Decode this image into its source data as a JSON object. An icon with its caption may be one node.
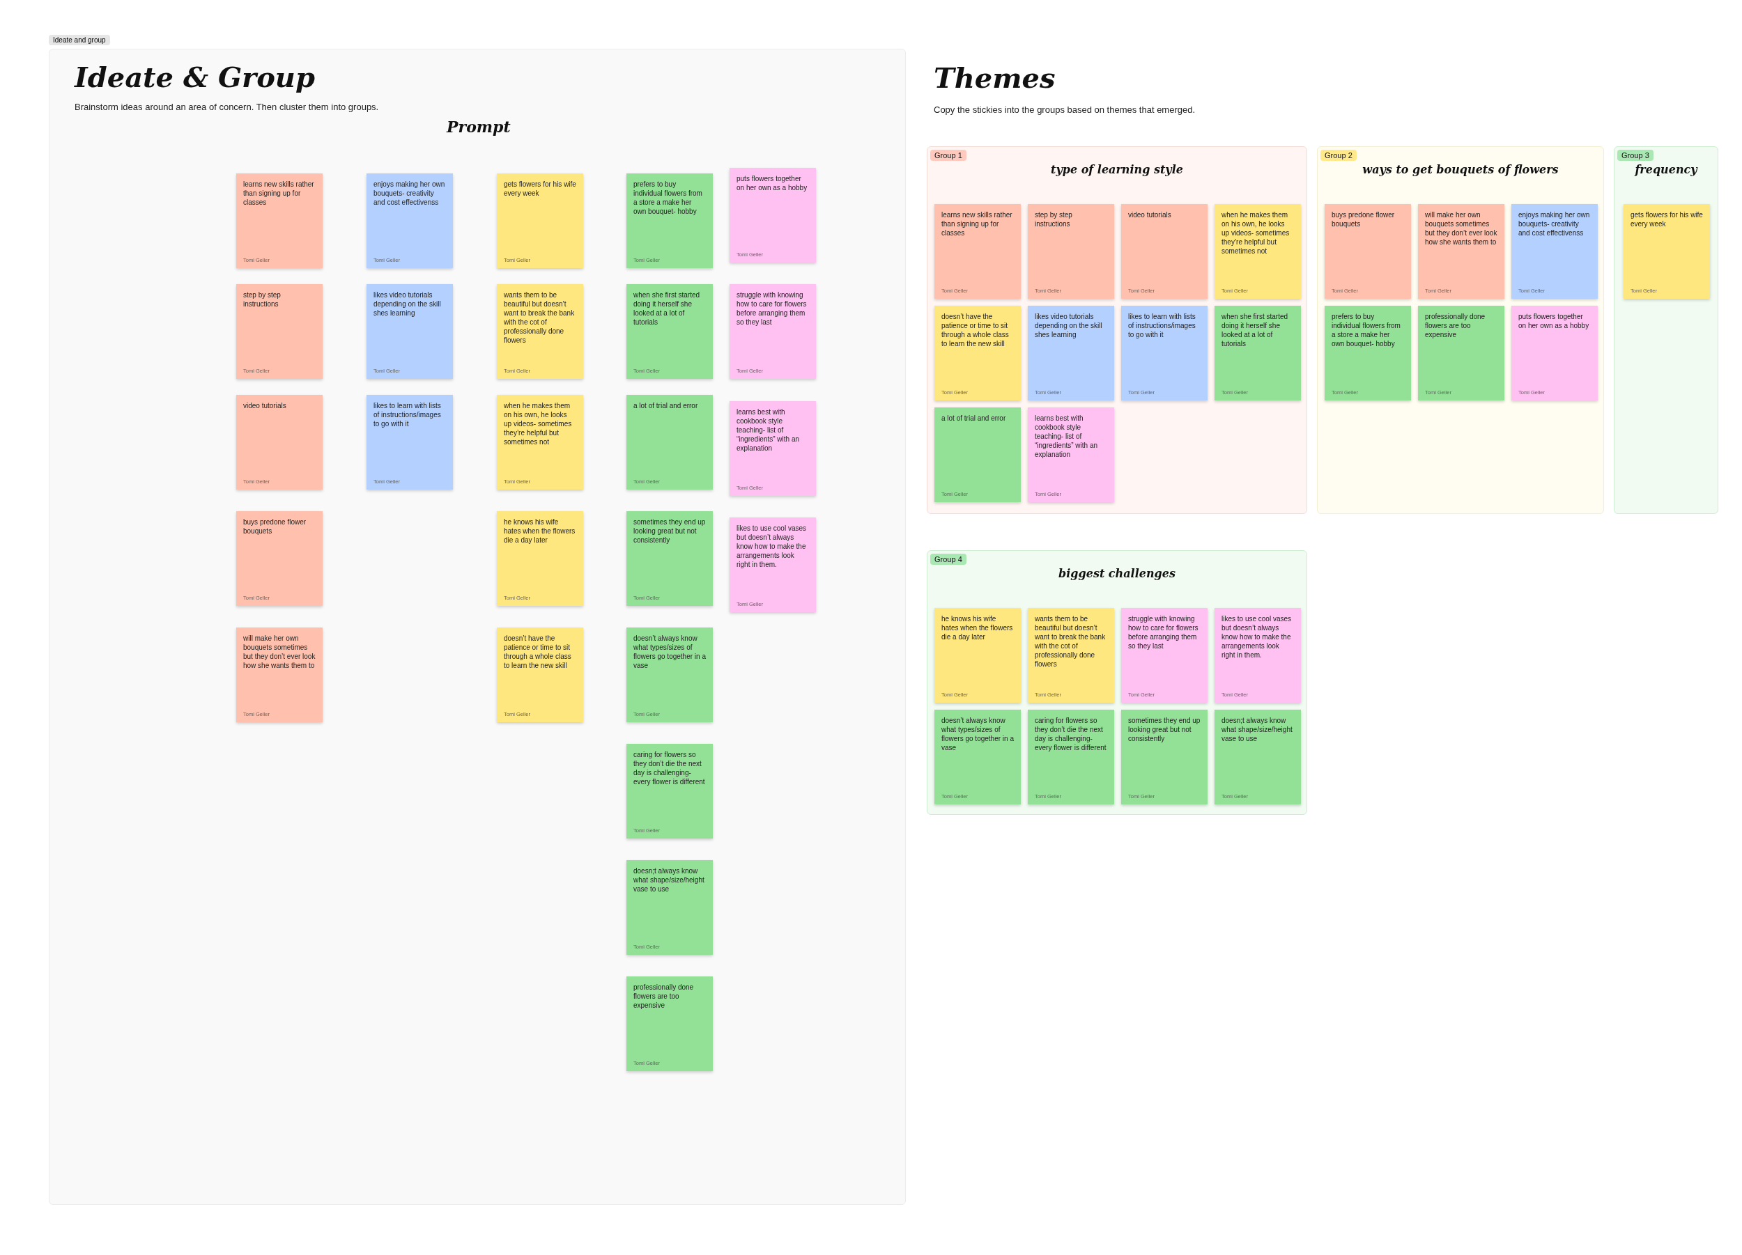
{
  "diagram": {
    "nodes": [
      {
        "text": [
          "Ideate & Group",
          "Brainstorm ideas around an area of concern. Then cluster them into groups.",
          "Prompt"
        ]
      },
      {
        "text": [
          "learns new skills rather than signing up for classes",
          "Tomi Geller"
        ],
        "in": 0
      },
      {
        "text": [
          "step by step instructions",
          "Tomi Geller"
        ],
        "in": 0
      },
      {
        "text": [
          "video tutorials",
          "Tomi Geller"
        ],
        "in": 0
      },
      {
        "text": [
          "buys predone flower bouquets",
          "Tomi Geller"
        ],
        "in": 0
      },
      {
        "text": [
          "will make her own bouquets sometimes but they don’t ever look how she wants them to",
          "Tomi Geller"
        ],
        "in": 0
      },
      {
        "text": [
          "enjoys making her own bouquets- creativity and cost effectivenss",
          "Tomi Geller"
        ],
        "in": 0
      },
      {
        "text": [
          "likes video tutorials depending on the skill shes learning",
          "Tomi Geller"
        ],
        "in": 0
      },
      {
        "text": [
          "likes to learn with lists of instructions/images to go with it",
          "Tomi Geller"
        ],
        "in": 0
      },
      {
        "text": [
          "gets flowers for his wife every week",
          "Tomi Geller"
        ],
        "in": 0
      },
      {
        "text": [
          "wants them to be beautiful but doesn’t want to break the bank with the cot of professionally done flowers",
          "Tomi Geller"
        ],
        "in": 0
      },
      {
        "text": [
          "when he makes them on his own, he looks up videos- sometimes they’re helpful but sometimes not",
          "Tomi Geller"
        ],
        "in": 0
      },
      {
        "text": [
          "he knows his wife hates when the flowers die a day later",
          "Tomi Geller"
        ],
        "in": 0
      },
      {
        "text": [
          "doesn’t have the patience or time to sit through a whole class to learn the new skill",
          "Tomi Geller"
        ],
        "in": 0
      },
      {
        "text": [
          "prefers to buy individual flowers from a store a make her own bouquet- hobby",
          "Tomi Geller"
        ],
        "in": 0
      },
      {
        "text": [
          "when she first started doing it herself she looked at a lot of tutorials",
          "Tomi Geller"
        ],
        "in": 0
      },
      {
        "text": [
          "a lot of trial and error",
          "Tomi Geller"
        ],
        "in": 0
      },
      {
        "text": [
          "sometimes they end up looking great but not consistently",
          "Tomi Geller"
        ],
        "in": 0
      },
      {
        "text": [
          "doesn’t always know what types/sizes of flowers go together in a vase",
          "Tomi Geller"
        ],
        "in": 0
      },
      {
        "text": [
          "caring for flowers so they don’t die the next day is challenging- every flower is different",
          "Tomi Geller"
        ],
        "in": 0
      },
      {
        "text": [
          "doesn;t always know what shape/size/height vase to use",
          "Tomi Geller"
        ],
        "in": 0
      },
      {
        "text": [
          "professionally done flowers are too expensive",
          "Tomi Geller"
        ],
        "in": 0
      },
      {
        "text": [
          "puts flowers together on her own as a hobby",
          "Tomi Geller"
        ],
        "in": 0
      },
      {
        "text": [
          "struggle with knowing how to care for flowers before arranging them so they last",
          "Tomi Geller"
        ],
        "in": 0
      },
      {
        "text": [
          "learns best with cookbook style teaching- list of “ingredients” with an explanation",
          "Tomi Geller"
        ],
        "in": 0
      },
      {
        "text": [
          "likes to use cool vases but doesn’t always know how to make the arrangements look right in them.",
          "Tomi Geller"
        ],
        "in": 0
      },
      {
        "text": [
          "Group 1",
          "type of learning style"
        ]
      },
      {
        "text": [
          "learns new skills rather than signing up for classes",
          "Tomi Geller"
        ],
        "in": 26
      },
      {
        "text": [
          "step by step instructions",
          "Tomi Geller"
        ],
        "in": 26
      },
      {
        "text": [
          "video tutorials",
          "Tomi Geller"
        ],
        "in": 26
      },
      {
        "text": [
          "when he makes them on his own, he looks up videos- sometimes they’re helpful but sometimes not",
          "Tomi Geller"
        ],
        "in": 26
      },
      {
        "text": [
          "doesn’t have the patience or time to sit through a whole class to learn the new skill",
          "Tomi Geller"
        ],
        "in": 26
      },
      {
        "text": [
          "likes video tutorials depending on the skill shes learning",
          "Tomi Geller"
        ],
        "in": 26
      },
      {
        "text": [
          "likes to learn with lists of instructions/images to go with it",
          "Tomi Geller"
        ],
        "in": 26
      },
      {
        "text": [
          "when she first started doing it herself she looked at a lot of tutorials",
          "Tomi Geller"
        ],
        "in": 26
      },
      {
        "text": [
          "a lot of trial and error",
          "Tomi Geller"
        ],
        "in": 26
      },
      {
        "text": [
          "learns best with cookbook style teaching- list of “ingredients” with an explanation",
          "Tomi Geller"
        ],
        "in": 26
      },
      {
        "text": [
          "Group 2",
          "ways to get bouquets of flowers"
        ]
      },
      {
        "text": [
          "buys predone flower bouquets",
          "Tomi Geller"
        ],
        "in": 37
      },
      {
        "text": [
          "will make her own bouquets sometimes but they don’t ever look how she wants them to",
          "Tomi Geller"
        ],
        "in": 37
      },
      {
        "text": [
          "enjoys making her own bouquets- creativity and cost effectivenss",
          "Tomi Geller"
        ],
        "in": 37
      },
      {
        "text": [
          "prefers to buy individual flowers from a store a make her own bouquet- hobby",
          "Tomi Geller"
        ],
        "in": 37
      },
      {
        "text": [
          "professionally done flowers are too expensive",
          "Tomi Geller"
        ],
        "in": 37
      },
      {
        "text": [
          "puts flowers together on her own as a hobby",
          "Tomi Geller"
        ],
        "in": 37
      },
      {
        "text": [
          "Group 3",
          "frequency"
        ]
      },
      {
        "text": [
          "gets flowers for his wife every week",
          "Tomi Geller"
        ],
        "in": 44
      },
      {
        "text": [
          "Group 4",
          "biggest challenges"
        ]
      },
      {
        "text": [
          "he knows his wife hates when the flowers die a day later",
          "Tomi Geller"
        ],
        "in": 46
      },
      {
        "text": [
          "wants them to be beautiful but doesn’t want to break the bank with the cot of professionally done flowers",
          "Tomi Geller"
        ],
        "in": 46
      },
      {
        "text": [
          "struggle with knowing how to care for flowers before arranging them so they last",
          "Tomi Geller"
        ],
        "in": 46
      },
      {
        "text": [
          "likes to use cool vases but doesn’t always know how to make the arrangements look right in them.",
          "Tomi Geller"
        ],
        "in": 46
      },
      {
        "text": [
          "doesn’t always know what types/sizes of flowers go together in a vase",
          "Tomi Geller"
        ],
        "in": 46
      },
      {
        "text": [
          "caring for flowers so they don’t die the next day is challenging- every flower is different",
          "Tomi Geller"
        ],
        "in": 46
      },
      {
        "text": [
          "sometimes they end up looking great but not consistently",
          "Tomi Geller"
        ],
        "in": 46
      },
      {
        "text": [
          "doesn;t always know what shape/size/height vase to use",
          "Tomi Geller"
        ],
        "in": 46
      }
    ],
    "labels": [
      "Ideate and group",
      "Themes",
      "Copy the stickies into the groups based on themes that emerged."
    ]
  }
}
